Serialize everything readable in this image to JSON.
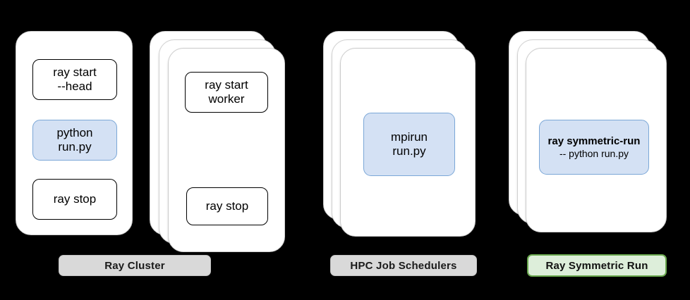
{
  "diagram": {
    "title": "Ray Symmetric Run vs Ray Cluster vs HPC Job Schedulers",
    "background_color": "#000000",
    "highlight_fill": "#d4e1f4",
    "highlight_border": "#7ba7d7",
    "label_gray_fill": "#d9d9d9",
    "label_green_fill": "#ddeeda",
    "label_green_border": "#6aa84f"
  },
  "groups": [
    {
      "id": "ray-cluster",
      "label": "Ray Cluster",
      "label_style": "gray",
      "nodes": [
        {
          "id": "head-node",
          "stack_count": 1,
          "commands": [
            {
              "id": "ray-start-head",
              "lines": [
                "ray start",
                "--head"
              ],
              "highlight": false
            },
            {
              "id": "python-run-py",
              "lines": [
                "python",
                "run.py"
              ],
              "highlight": true
            },
            {
              "id": "ray-stop-head",
              "lines": [
                "ray stop"
              ],
              "highlight": false
            }
          ]
        },
        {
          "id": "worker-nodes",
          "stack_count": 3,
          "commands": [
            {
              "id": "ray-start-worker",
              "lines": [
                "ray start",
                "worker"
              ],
              "highlight": false
            },
            {
              "id": "ray-stop-worker",
              "lines": [
                "ray stop"
              ],
              "highlight": false
            }
          ]
        }
      ]
    },
    {
      "id": "hpc-job-schedulers",
      "label": "HPC Job Schedulers",
      "label_style": "gray",
      "nodes": [
        {
          "id": "hpc-nodes",
          "stack_count": 3,
          "commands": [
            {
              "id": "mpirun-run-py",
              "lines": [
                "mpirun",
                "run.py"
              ],
              "highlight": true
            }
          ]
        }
      ]
    },
    {
      "id": "ray-symmetric-run",
      "label": "Ray Symmetric Run",
      "label_style": "green",
      "nodes": [
        {
          "id": "symmetric-nodes",
          "stack_count": 3,
          "commands": [
            {
              "id": "ray-symmetric-run-cmd",
              "lines": [
                "ray symmetric-run",
                "-- python run.py"
              ],
              "highlight": true
            }
          ]
        }
      ]
    }
  ],
  "text": {
    "ray_start_head_l1": "ray start",
    "ray_start_head_l2": "--head",
    "python_run_l1": "python",
    "python_run_l2": "run.py",
    "ray_stop_head": "ray stop",
    "ray_start_worker_l1": "ray start",
    "ray_start_worker_l2": "worker",
    "ray_stop_worker": "ray stop",
    "mpirun_l1": "mpirun",
    "mpirun_l2": "run.py",
    "symmetric_l1": "ray symmetric-run",
    "symmetric_l2": "-- python run.py",
    "label_ray_cluster": "Ray Cluster",
    "label_hpc": "HPC Job Schedulers",
    "label_symmetric": "Ray Symmetric Run"
  }
}
